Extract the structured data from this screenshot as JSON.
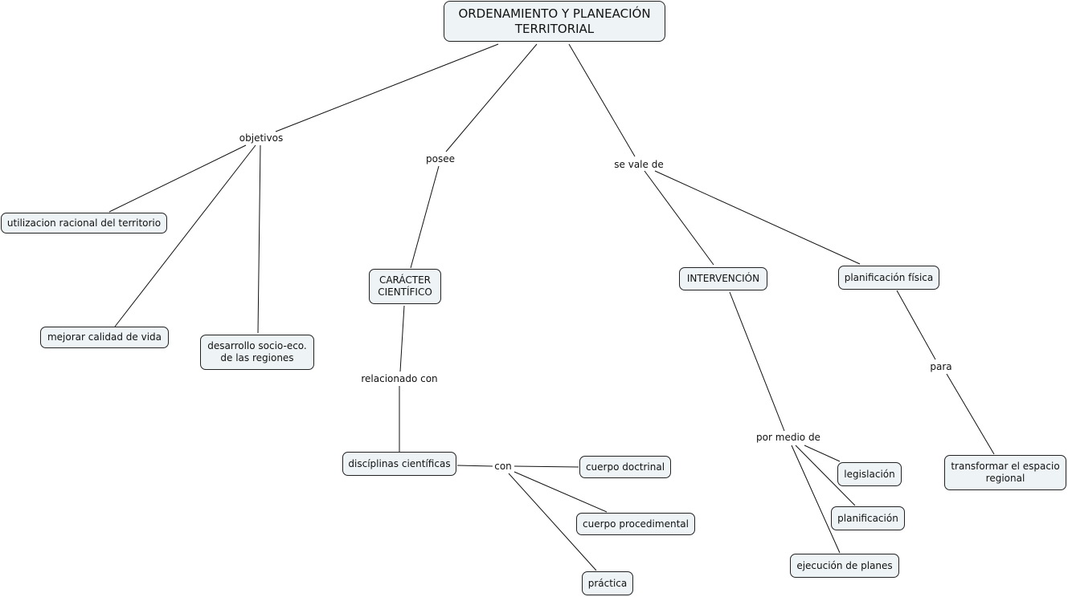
{
  "concept_map": {
    "root": "ORDENAMIENTO Y PLANEACIÓN\nTERRITORIAL",
    "concepts": {
      "utilizacion": "utilizacion racional del territorio",
      "mejorar": "mejorar calidad de vida",
      "desarrollo": "desarrollo socio-eco.\nde las regiones",
      "caracter": "CARÁCTER\nCIENTÍFICO",
      "disciplinas": "discíplinas científicas",
      "doctrinal": "cuerpo doctrinal",
      "procedimental": "cuerpo procedimental",
      "practica": "práctica",
      "intervencion": "INTERVENCIÓN",
      "planificacion_fisica": "planificación física",
      "legislacion": "legislación",
      "planificacion": "planificación",
      "ejecucion": "ejecución de planes",
      "transformar": "transformar el espacio\nregional"
    },
    "linking_phrases": {
      "objetivos": "objetivos",
      "posee": "posee",
      "se_vale_de": "se vale de",
      "relacionado_con": "relacionado con",
      "con": "con",
      "por_medio_de": "por medio de",
      "para": "para"
    }
  }
}
